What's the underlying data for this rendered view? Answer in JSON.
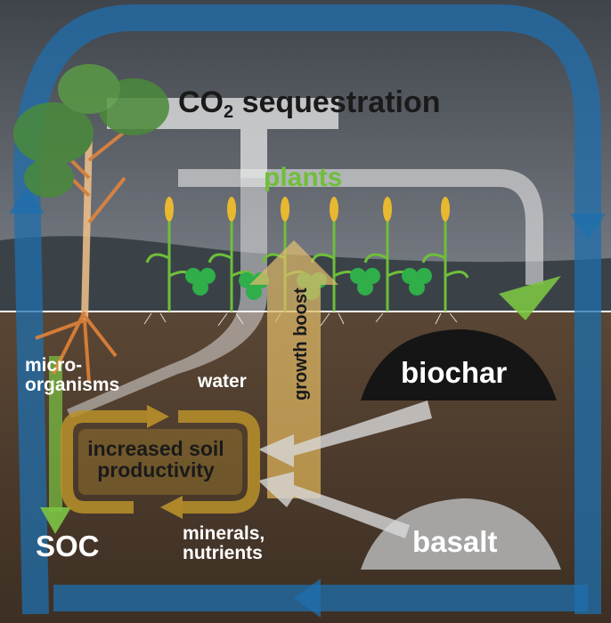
{
  "diagram": {
    "title_prefix": "CO",
    "title_subscript": "2",
    "title_suffix": " sequestration",
    "labels": {
      "plants": "plants",
      "micro_line1": "micro-",
      "micro_line2": "organisms",
      "water": "water",
      "growth_boost": "growth boost",
      "biochar": "biochar",
      "isp_line1": "increased soil",
      "isp_line2": "productivity",
      "soc": "SOC",
      "minerals_line1": "minerals,",
      "minerals_line2": "nutrients",
      "basalt": "basalt"
    },
    "colors": {
      "cycle_arrow": "#1f6fae",
      "flow_arrow": "#e6e6e6",
      "plants_arrow": "#6fbf3a",
      "growth_arrow": "#c8a050",
      "loop": "#b8902a",
      "sky": "#5a6068",
      "soil": "#4b3a2c"
    }
  }
}
